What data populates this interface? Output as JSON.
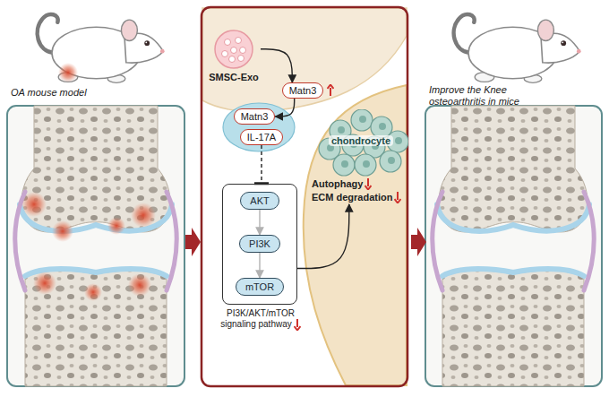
{
  "diagram": {
    "nodes": [
      {
        "text": [
          "SMSC-Exo"
        ]
      },
      {
        "text": [
          "Matn3"
        ]
      },
      {
        "text": [
          "Matn3"
        ]
      },
      {
        "text": [
          "IL-17A"
        ]
      },
      {
        "text": [
          "PI3K/AKT/mTOR signaling pathway"
        ]
      },
      {
        "text": [
          "AKT"
        ],
        "in": 4
      },
      {
        "text": [
          "PI3K"
        ],
        "in": 4
      },
      {
        "text": [
          "mTOR"
        ],
        "in": 4
      },
      {
        "text": [
          "chondrocyte",
          "Autophagy",
          "ECM degradation"
        ]
      }
    ],
    "edges": [
      {
        "from": 0,
        "to": 1,
        "arrow": "to"
      },
      {
        "from": 1,
        "to": 2,
        "arrow": "to"
      },
      {
        "from": 3,
        "to": 4,
        "arrow": "to"
      },
      {
        "from": 5,
        "to": 6,
        "arrow": "to"
      },
      {
        "from": 6,
        "to": 7,
        "arrow": "to"
      },
      {
        "from": 4,
        "to": 8,
        "arrow": "to"
      }
    ],
    "labels": [
      "OA mouse model",
      "Improve the Knee osteoarthritis in mice"
    ]
  }
}
